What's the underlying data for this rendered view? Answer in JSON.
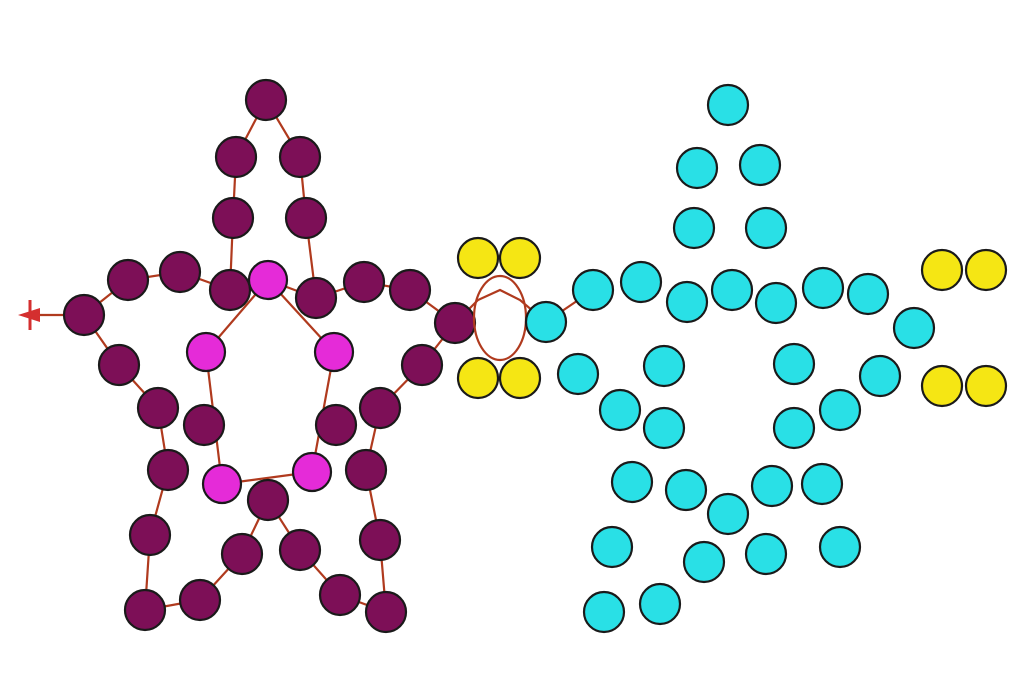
{
  "colors": {
    "background": "#ffffff",
    "dark_bead": "#7d0f57",
    "accent_bead": "#e52bd8",
    "yellow_bead": "#f5e614",
    "cyan_bead": "#29e0e6",
    "thread": "#b03a1e",
    "needle": "#d42f2f"
  },
  "left_star": {
    "outer_beads": 30,
    "inner_beads": 5
  },
  "connector": {
    "beads": 4
  },
  "right_star": {
    "beads": 33
  },
  "right_spare_beads": 4
}
